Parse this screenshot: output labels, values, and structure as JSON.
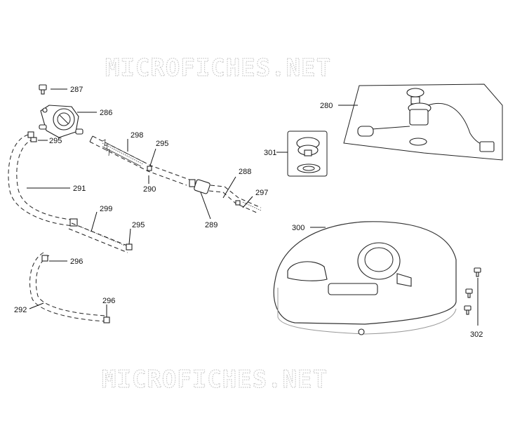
{
  "watermark": {
    "top": "MICROFICHES.NET",
    "bottom": "MICROFICHES.NET"
  },
  "callouts": {
    "p287": "287",
    "p286": "286",
    "p295a": "295",
    "p298": "298",
    "p295b": "295",
    "p290": "290",
    "p291": "291",
    "p288": "288",
    "p297": "297",
    "p289": "289",
    "p299": "299",
    "p295c": "295",
    "p296a": "296",
    "p292": "292",
    "p296b": "296",
    "p280": "280",
    "p301": "301",
    "p300": "300",
    "p302": "302"
  }
}
